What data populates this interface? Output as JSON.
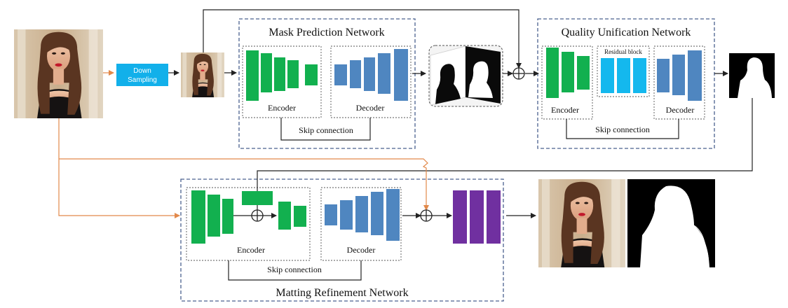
{
  "colors": {
    "encoder": "#12b04f",
    "decoder": "#4f86c0",
    "residual": "#14b8ee",
    "refinement": "#7030a0",
    "downsample": "#12b0ea",
    "orange_line": "#e2894a",
    "frame": "#4a628f",
    "line": "#222222"
  },
  "downsample": {
    "line1": "Down",
    "line2": "Sampling"
  },
  "mask_prediction": {
    "title": "Mask Prediction Network",
    "encoder": "Encoder",
    "decoder": "Decoder",
    "skip": "Skip connection"
  },
  "quality_unification": {
    "title": "Quality Unification Network",
    "encoder": "Encoder",
    "residual": "Residual block",
    "decoder": "Decoder",
    "skip": "Skip connection"
  },
  "matting_refinement": {
    "title": "Matting Refinement Network",
    "encoder": "Encoder",
    "decoder": "Decoder",
    "skip": "Skip connection"
  },
  "images": {
    "input_photo": "portrait-photo",
    "small_photo": "downsampled-portrait",
    "coarse_masks": "coarse-mask-pair",
    "unified_mask": "unified-mask",
    "output_photo": "output-portrait",
    "output_alpha": "alpha-matte"
  }
}
